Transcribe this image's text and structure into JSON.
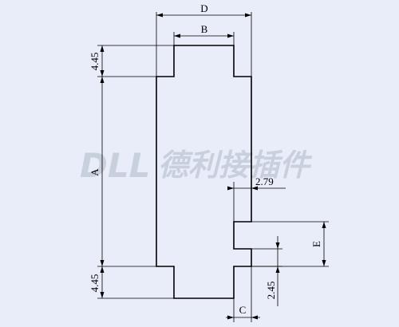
{
  "watermark": {
    "latin": "DLL",
    "chinese": "德利接插件"
  },
  "dimensions": {
    "D": "D",
    "B": "B",
    "A": "A",
    "C": "C",
    "E": "E",
    "top_step": "4.45",
    "bottom_step": "4.45",
    "slot_offset": "2.79",
    "slot_depth": "2.45"
  },
  "colors": {
    "background": "#e9edf9",
    "line": "#000000",
    "watermark": "#c9d0dd"
  }
}
